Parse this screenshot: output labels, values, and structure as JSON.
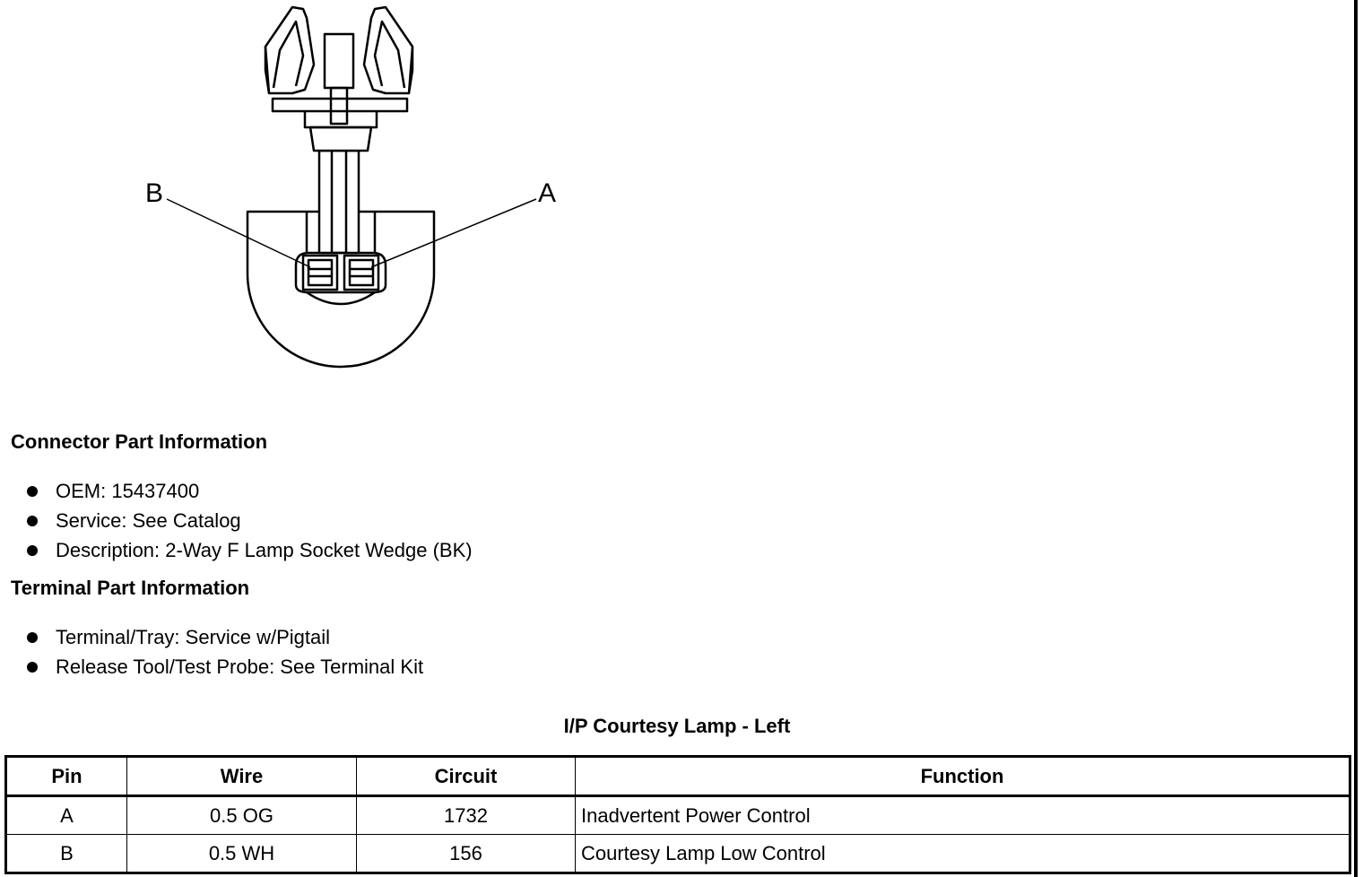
{
  "diagram": {
    "pin_labels": [
      "B",
      "A"
    ]
  },
  "connector_info": {
    "heading": "Connector Part Information",
    "items": [
      "OEM: 15437400",
      "Service: See Catalog",
      "Description: 2-Way F Lamp Socket Wedge (BK)"
    ]
  },
  "terminal_info": {
    "heading": "Terminal Part Information",
    "items": [
      "Terminal/Tray: Service w/Pigtail",
      "Release Tool/Test Probe: See Terminal Kit"
    ]
  },
  "table": {
    "title": "I/P Courtesy Lamp - Left",
    "headers": [
      "Pin",
      "Wire",
      "Circuit",
      "Function"
    ],
    "rows": [
      [
        "A",
        "0.5 OG",
        "1732",
        "Inadvertent Power Control"
      ],
      [
        "B",
        "0.5 WH",
        "156",
        "Courtesy Lamp Low Control"
      ]
    ]
  }
}
